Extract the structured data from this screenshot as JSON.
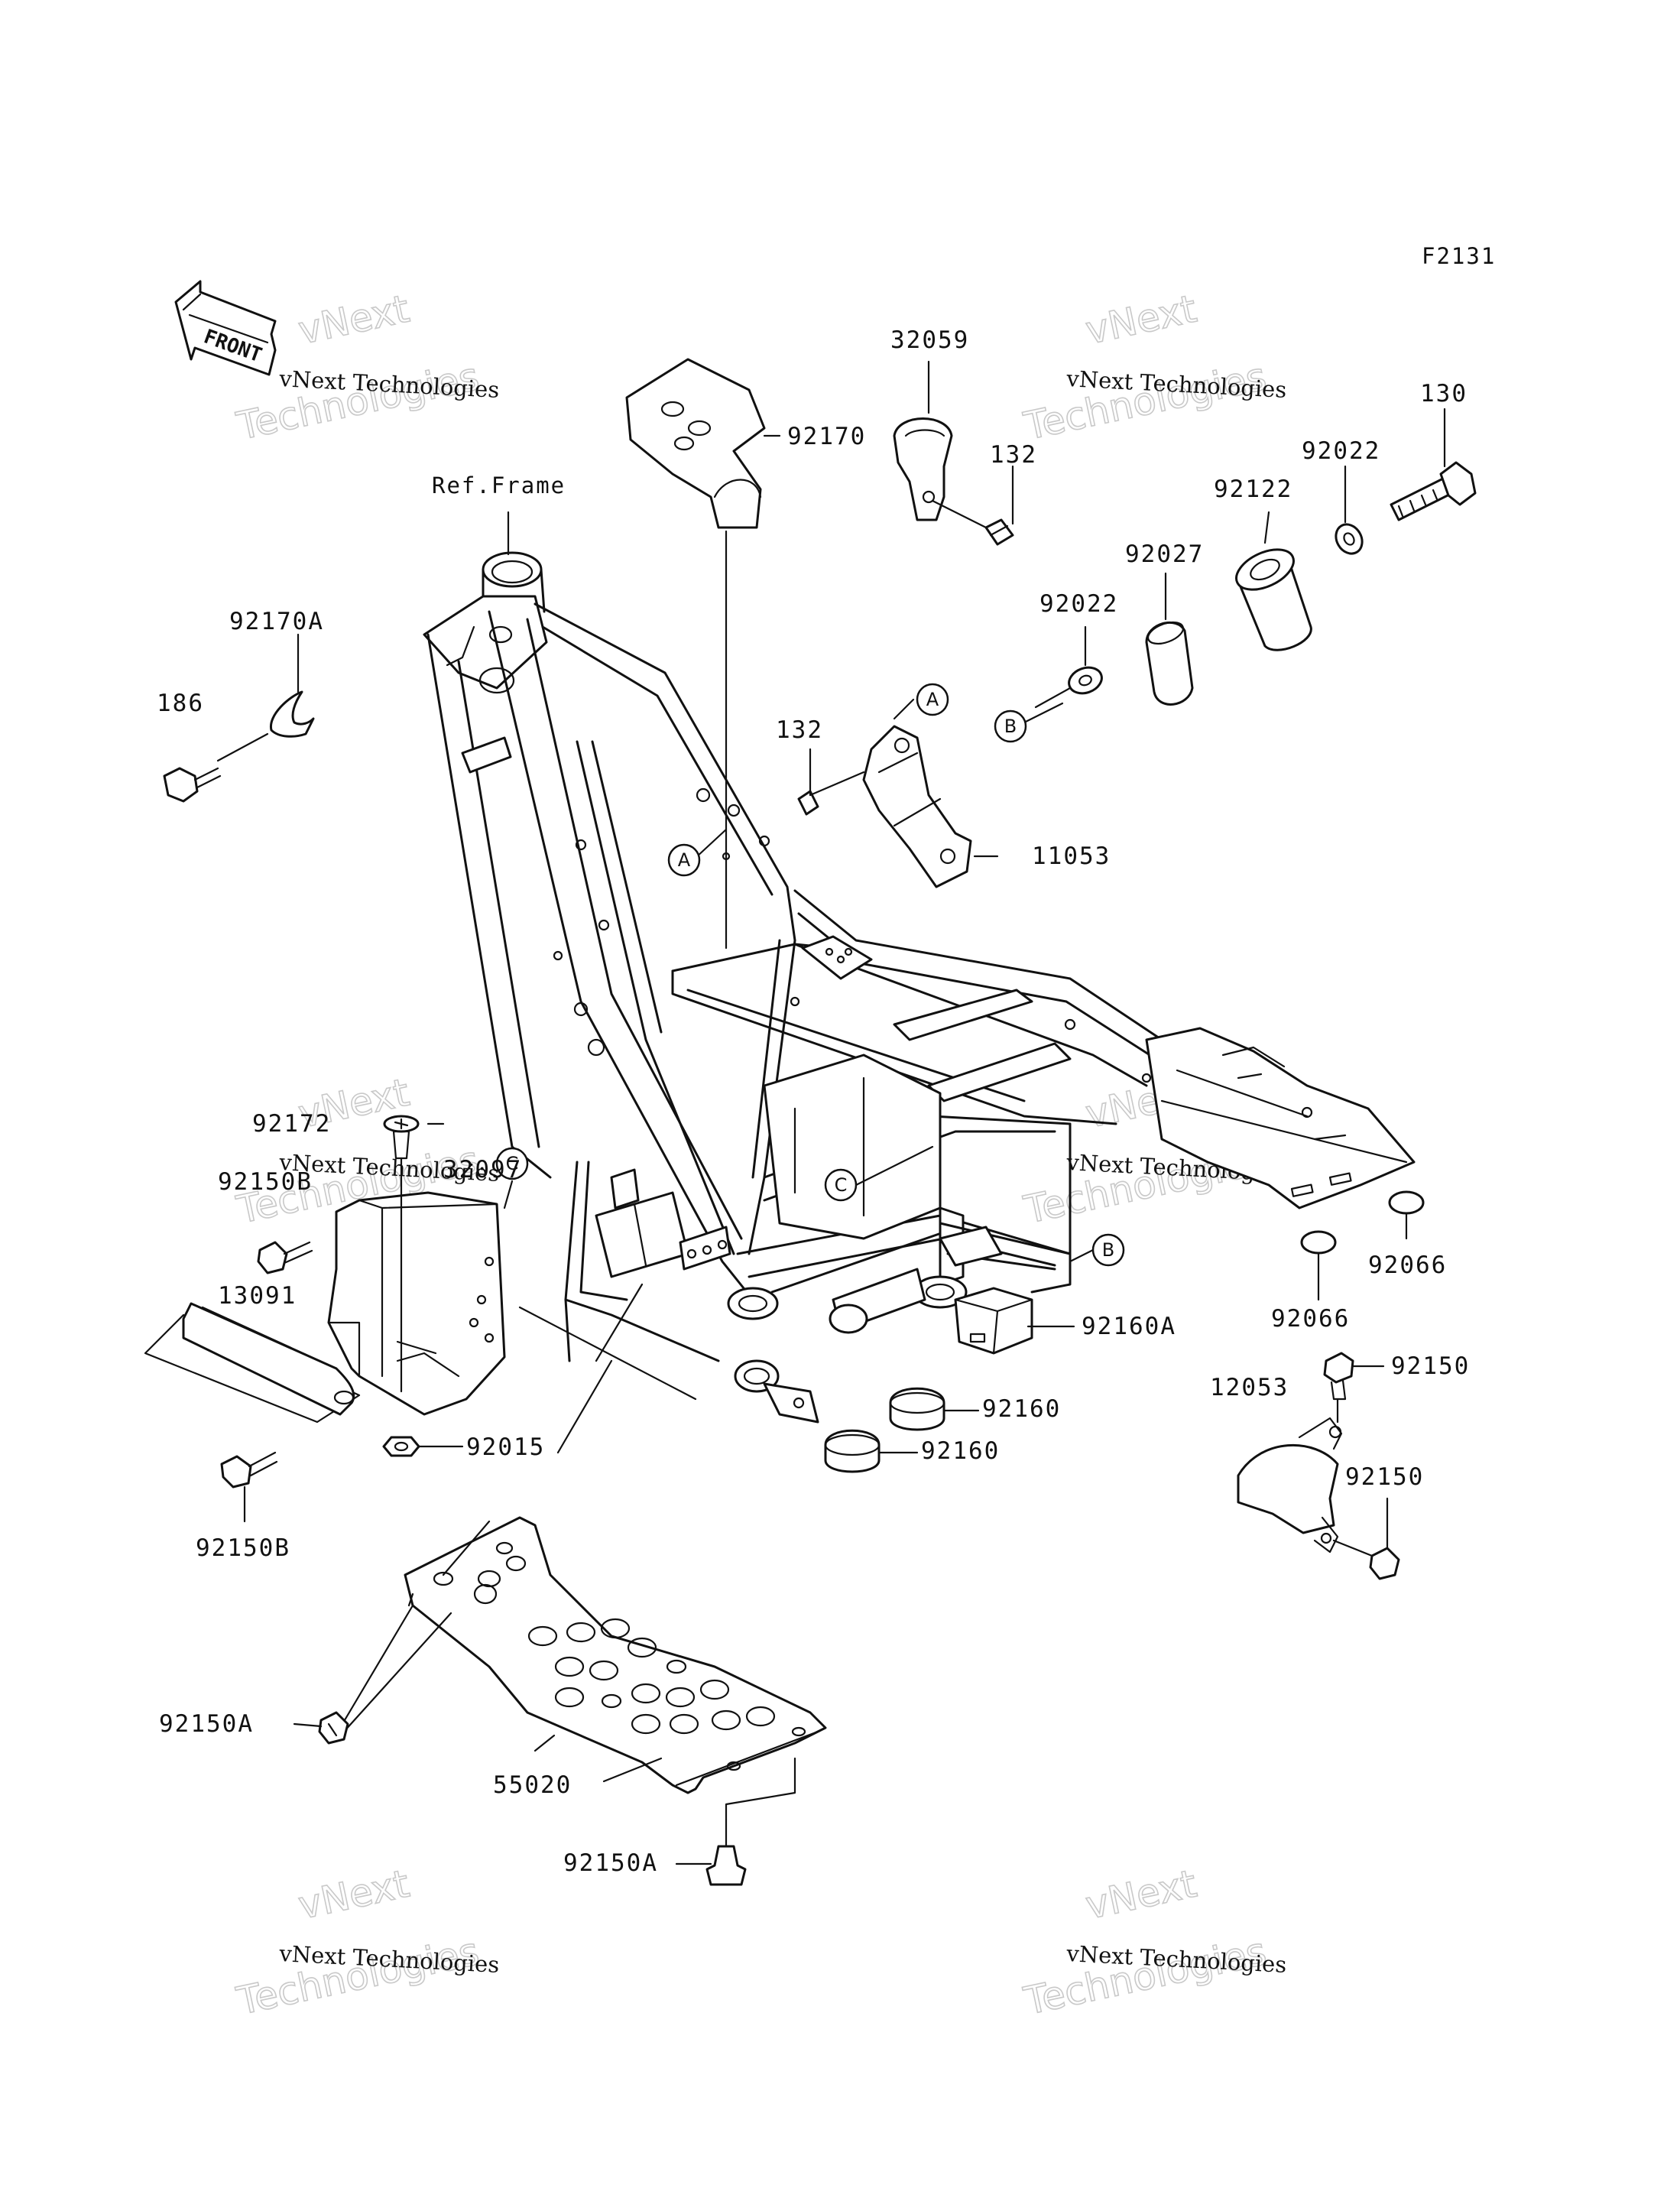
{
  "diagram_code": "F2131",
  "front_arrow_label": "FRONT",
  "ref_frame_label": "Ref.Frame",
  "watermark": {
    "line1": "vNext Technologies",
    "line2": "vNext",
    "line3": "Technologies"
  },
  "markers": {
    "a": "A",
    "b": "B",
    "c": "C"
  },
  "parts": {
    "p32059": "32059",
    "p92170": "92170",
    "p132_top": "132",
    "p130": "130",
    "p92022_top": "92022",
    "p92122": "92122",
    "p92027": "92027",
    "p92022_mid": "92022",
    "p92170A": "92170A",
    "p186": "186",
    "p132_mid": "132",
    "p11053": "11053",
    "p92172": "92172",
    "p32097": "32097",
    "p92150B_top": "92150B",
    "p13091": "13091",
    "p92150B_bot": "92150B",
    "p92015": "92015",
    "p92160A": "92160A",
    "p92160_a": "92160",
    "p92160_b": "92160",
    "p92066_a": "92066",
    "p92066_b": "92066",
    "p92150_a": "92150",
    "p12053": "12053",
    "p92150_b": "92150",
    "p92150A_left": "92150A",
    "p55020": "55020",
    "p92150A_bot": "92150A"
  }
}
